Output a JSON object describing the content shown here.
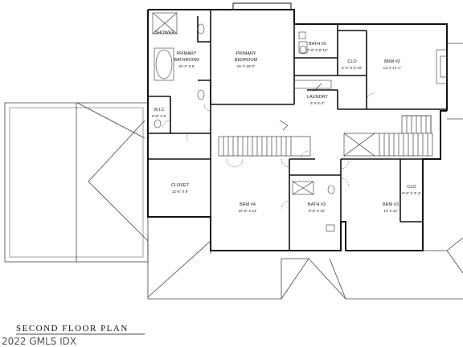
{
  "plan": {
    "title": "SECOND FLOOR PLAN",
    "watermark": "2022 GMLS IDX",
    "rooms": {
      "shower": {
        "label": "SHOWER"
      },
      "primary_bathroom": {
        "label": "PRIMARY BATHROOM",
        "line1": "PRIMARY",
        "line2": "BATHROOM",
        "dim": "15'-3\" X 9'"
      },
      "primary_bedroom": {
        "label": "PRIMARY BEDROOM",
        "line1": "PRIMARY",
        "line2": "BEDROOM",
        "dim": "15' X 19'-2\""
      },
      "bath2": {
        "label": "BATH #2",
        "dim": "7'-6\" X 8'-11\""
      },
      "clo_top": {
        "label": "CLO",
        "dim": "6'-4\" X 5'-10\""
      },
      "brm2": {
        "label": "BRM #2",
        "dim": "13' X 17'-1\""
      },
      "laundry": {
        "label": "LAUNDRY",
        "dim": "5' X 5'-2\""
      },
      "wic": {
        "label": "W.I.C",
        "dim": "6'-8\" X 5'"
      },
      "closet": {
        "label": "CLOSET",
        "dim": "12'-6\" X 9'"
      },
      "brm4": {
        "label": "BRM #4",
        "dim": "14'-5\" X 12'"
      },
      "bath3": {
        "label": "BATH #3",
        "dim": "9'-6\" X 10'"
      },
      "brm3": {
        "label": "BRM #3",
        "dim": "14' X 12'"
      },
      "clo_right": {
        "label": "CLO",
        "dim": "8'-4\" X 3'-4\""
      }
    }
  }
}
